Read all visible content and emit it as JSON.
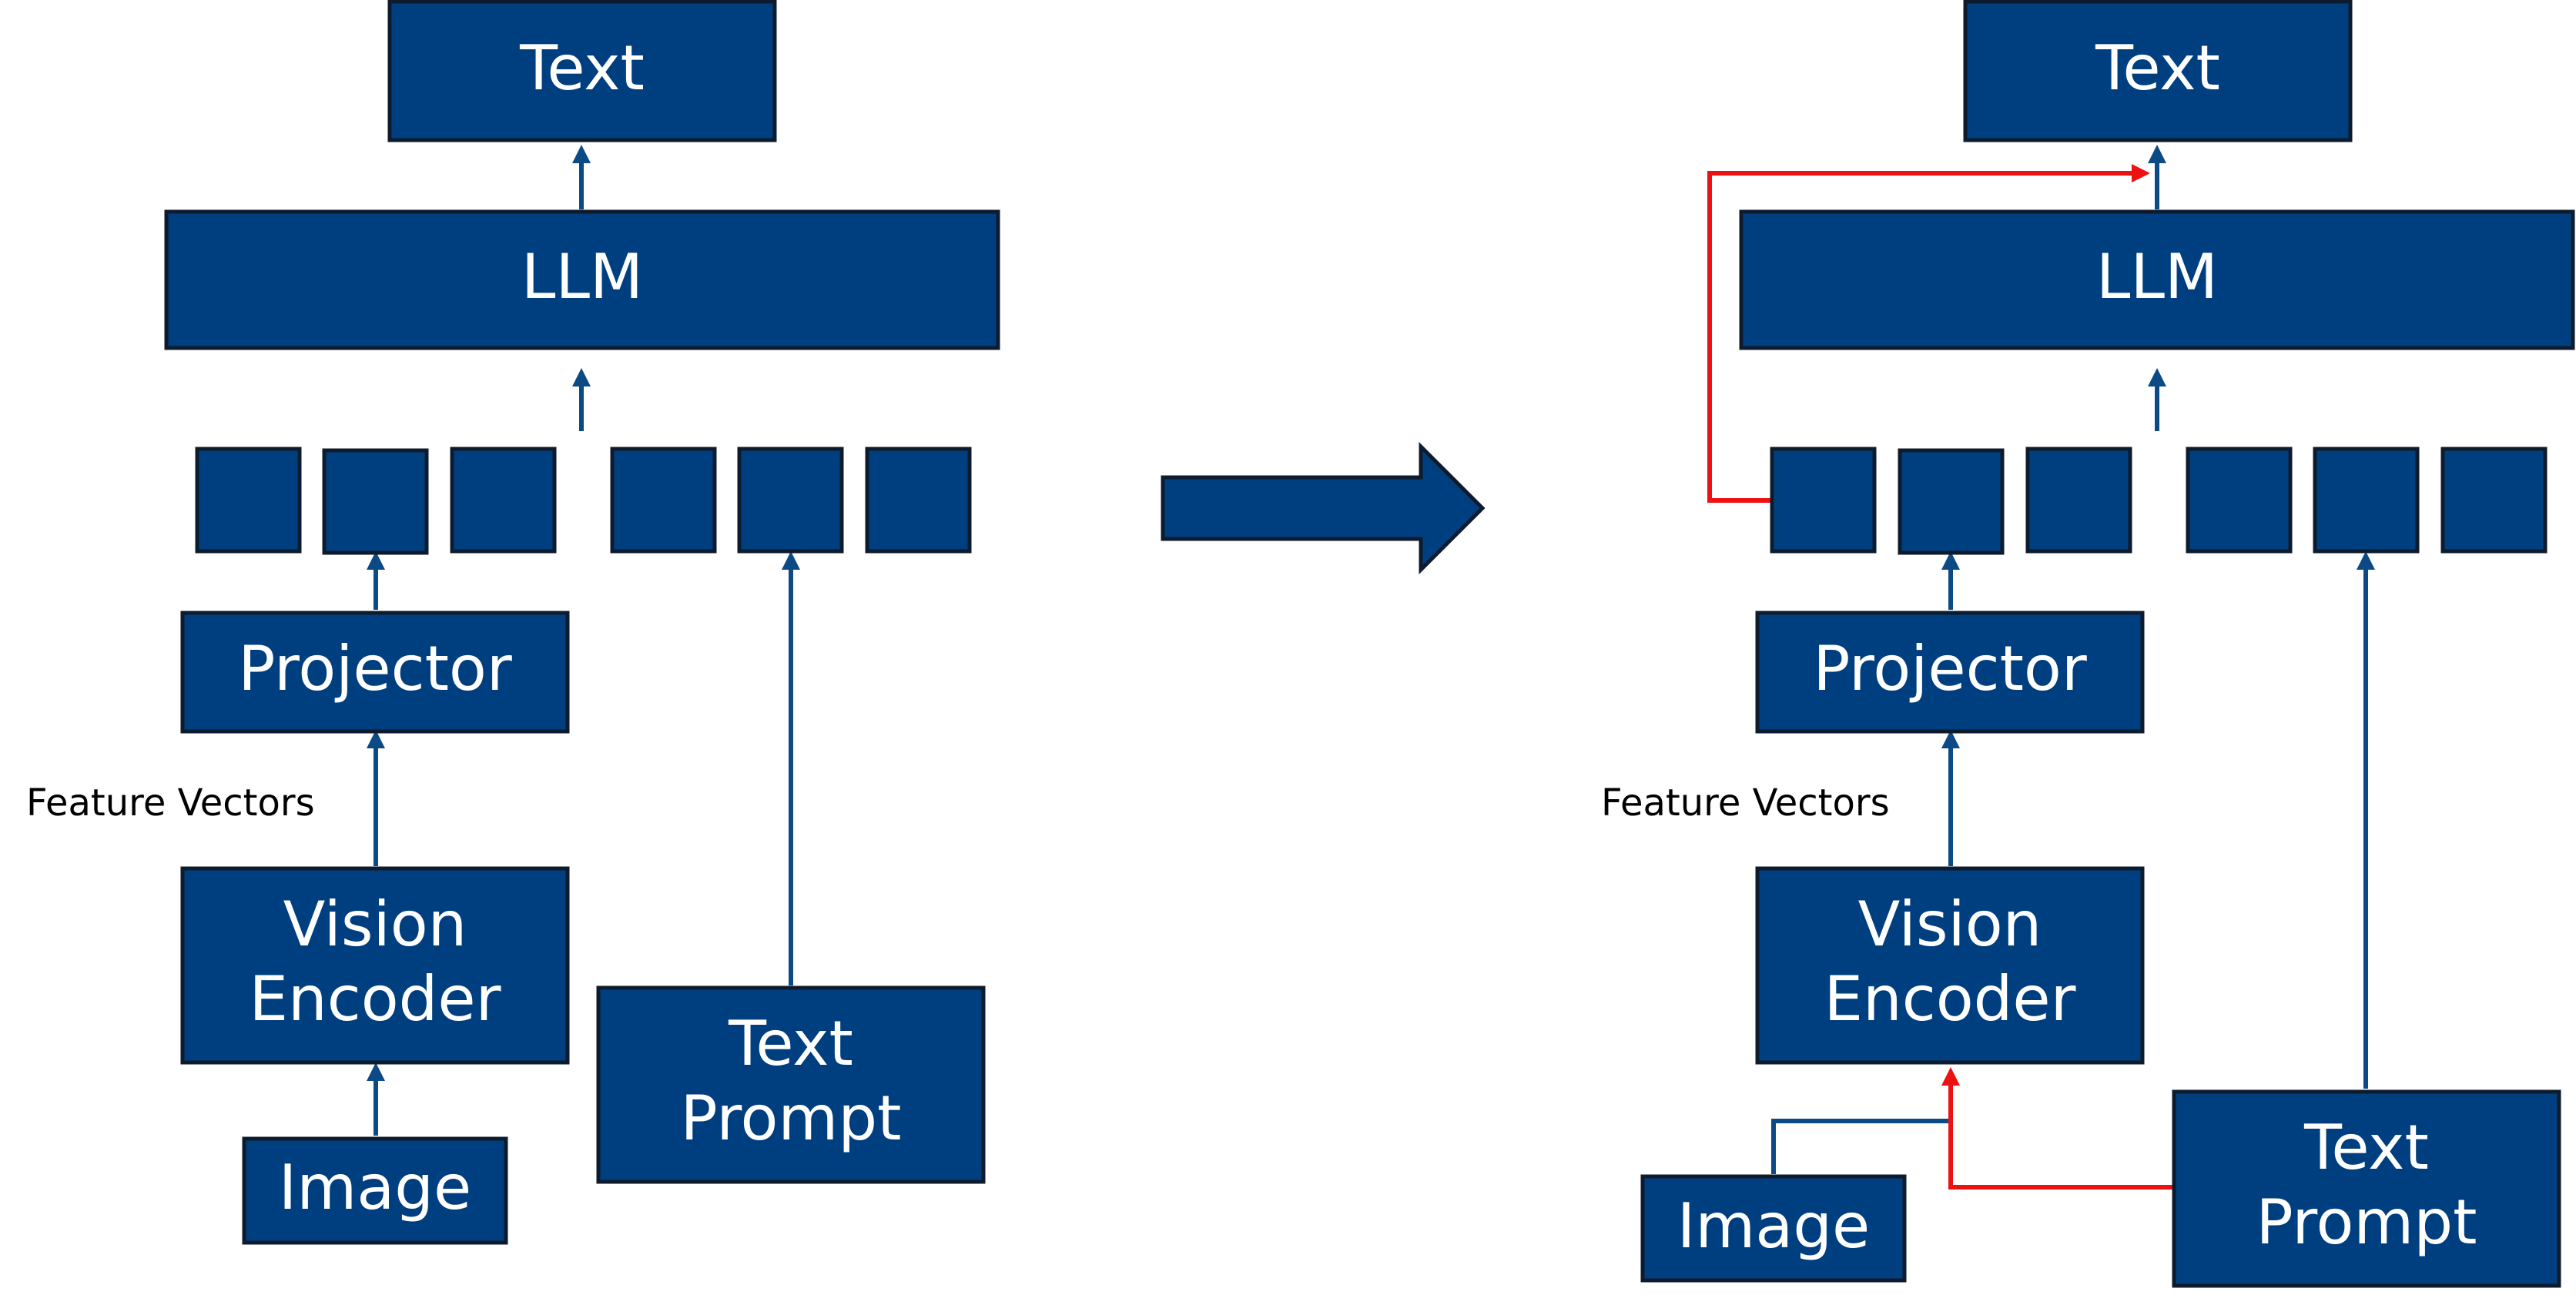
{
  "left_panel": {
    "output_label": "Text",
    "llm_label": "LLM",
    "projector_label": "Projector",
    "feature_label": "Feature Vectors",
    "encoder_label_line1": "Vision",
    "encoder_label_line2": "Encoder",
    "image_label": "Image",
    "prompt_label_line1": "Text",
    "prompt_label_line2": "Prompt"
  },
  "right_panel": {
    "output_label": "Text",
    "llm_label": "LLM",
    "projector_label": "Projector",
    "feature_label": "Feature Vectors",
    "encoder_label_line1": "Vision",
    "encoder_label_line2": "Encoder",
    "image_label": "Image",
    "prompt_label_line1": "Text",
    "prompt_label_line2": "Prompt"
  },
  "colors": {
    "box_fill": "#003f7f",
    "box_border": "#0e1b2c",
    "connector": "#0b4a85",
    "highlight_connector": "#ee1111",
    "box_text": "#ffffff"
  }
}
